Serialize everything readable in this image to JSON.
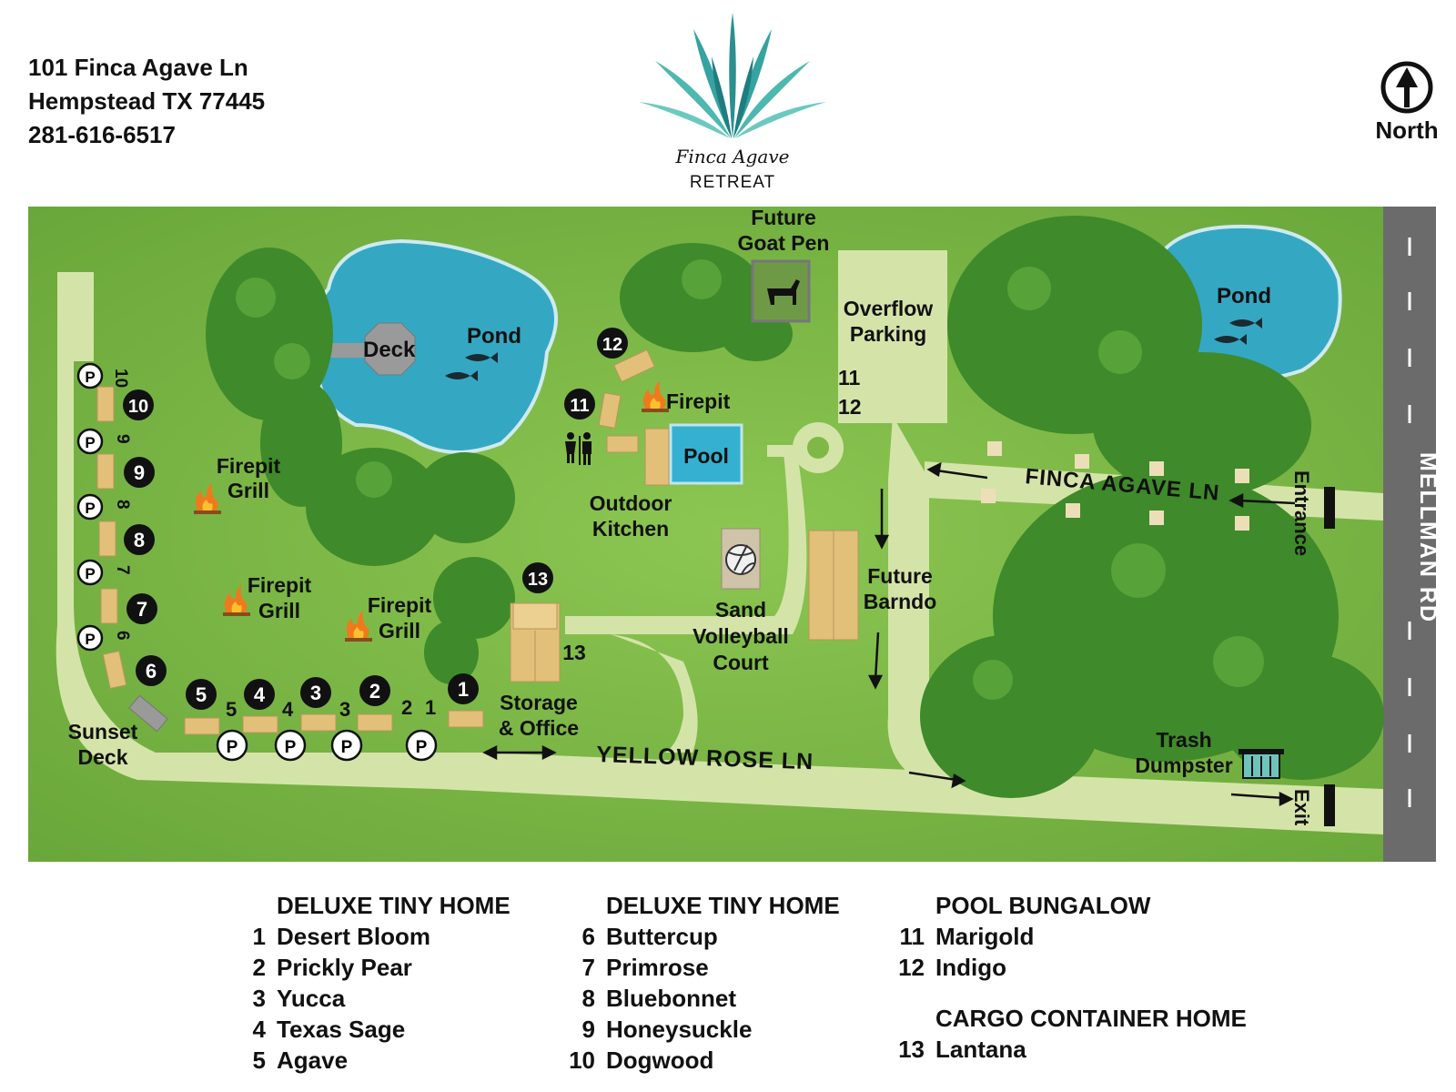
{
  "address": {
    "street": "101 Finca Agave Ln",
    "city": "Hempstead TX 77445",
    "phone": "281-616-6517"
  },
  "logo": {
    "script": "Finca Agave",
    "subtitle": "RETREAT"
  },
  "compass": {
    "label": "North",
    "icon": "north-arrow-icon"
  },
  "map": {
    "road_main": "MELLMAN RD",
    "lane_entry": "FINCA AGAVE LN",
    "lane_main": "YELLOW ROSE LN",
    "entrance": "Entrance",
    "exit": "Exit",
    "pond_large": "Pond",
    "pond_small": "Pond",
    "deck": "Deck",
    "goat_pen": [
      "Future",
      "Goat Pen"
    ],
    "overflow_parking": [
      "Overflow",
      "Parking"
    ],
    "overflow_nums": [
      "11",
      "12"
    ],
    "firepit": "Firepit",
    "firepit_grill": [
      "Firepit",
      "Grill"
    ],
    "pool": "Pool",
    "outdoor_kitchen": [
      "Outdoor",
      "Kitchen"
    ],
    "volleyball": [
      "Sand",
      "Volleyball",
      "Court"
    ],
    "barndo": [
      "Future",
      "Barndo"
    ],
    "storage": [
      "Storage",
      "& Office"
    ],
    "sunset_deck": [
      "Sunset",
      "Deck"
    ],
    "trash": [
      "Trash",
      "Dumpster"
    ],
    "parking_symbol": "P",
    "unit_13_parking": "13",
    "markers": [
      "1",
      "2",
      "3",
      "4",
      "5",
      "6",
      "7",
      "8",
      "9",
      "10",
      "11",
      "12",
      "13"
    ],
    "bottom_parking_labels": [
      "5",
      "4",
      "3",
      "2",
      "1"
    ],
    "side_parking_labels": [
      "10",
      "9",
      "8",
      "7",
      "6"
    ],
    "colors": {
      "grass": "#7fb846",
      "path": "#d4e4a8",
      "water": "#34a8c3",
      "road": "#6b6b6b",
      "tree": "#3f8a2a",
      "home": "#e3c079"
    }
  },
  "legend": {
    "col1": {
      "title": "DELUXE TINY HOME",
      "items": [
        {
          "num": "1",
          "name": "Desert Bloom"
        },
        {
          "num": "2",
          "name": "Prickly Pear"
        },
        {
          "num": "3",
          "name": "Yucca"
        },
        {
          "num": "4",
          "name": "Texas Sage"
        },
        {
          "num": "5",
          "name": "Agave"
        }
      ]
    },
    "col2": {
      "title": "DELUXE TINY HOME",
      "items": [
        {
          "num": "6",
          "name": "Buttercup"
        },
        {
          "num": "7",
          "name": "Primrose"
        },
        {
          "num": "8",
          "name": "Bluebonnet"
        },
        {
          "num": "9",
          "name": "Honeysuckle"
        },
        {
          "num": "10",
          "name": "Dogwood"
        }
      ]
    },
    "col3": {
      "title": "POOL BUNGALOW",
      "items": [
        {
          "num": "11",
          "name": "Marigold"
        },
        {
          "num": "12",
          "name": "Indigo"
        }
      ]
    },
    "col4": {
      "title": "CARGO CONTAINER HOME",
      "items": [
        {
          "num": "13",
          "name": "Lantana"
        }
      ]
    }
  }
}
